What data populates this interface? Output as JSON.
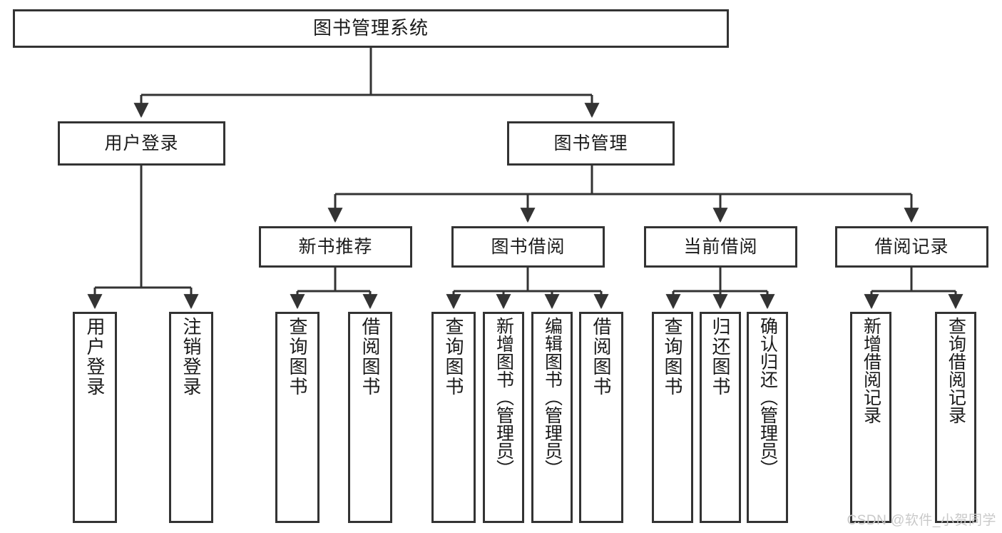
{
  "diagram": {
    "title": "图书管理系统",
    "type": "hierarchy-tree",
    "watermark": "CSDN @软件_小贺同学",
    "colors": {
      "stroke": "#333333",
      "fill": "#ffffff",
      "text": "#1a1a1a",
      "watermark": "#c9c9c9"
    },
    "nodes": {
      "root": {
        "label": "图书管理系统"
      },
      "level2": [
        {
          "id": "user-login",
          "label": "用户登录"
        },
        {
          "id": "book-manage",
          "label": "图书管理"
        }
      ],
      "level3": [
        {
          "id": "new-book-rec",
          "label": "新书推荐"
        },
        {
          "id": "book-borrow",
          "label": "图书借阅"
        },
        {
          "id": "current-borrow",
          "label": "当前借阅"
        },
        {
          "id": "borrow-record",
          "label": "借阅记录"
        }
      ],
      "leaves": {
        "user-login": [
          {
            "id": "leaf-user-login",
            "label": "用户登录"
          },
          {
            "id": "leaf-logout",
            "label": "注销登录"
          }
        ],
        "new-book-rec": [
          {
            "id": "leaf-query-book-1",
            "label": "查询图书"
          },
          {
            "id": "leaf-borrow-book-1",
            "label": "借阅图书"
          }
        ],
        "book-borrow": [
          {
            "id": "leaf-query-book-2",
            "label": "查询图书"
          },
          {
            "id": "leaf-add-book",
            "label": "新增图书（管理员）"
          },
          {
            "id": "leaf-edit-book",
            "label": "编辑图书（管理员）"
          },
          {
            "id": "leaf-borrow-book-2",
            "label": "借阅图书"
          }
        ],
        "current-borrow": [
          {
            "id": "leaf-query-book-3",
            "label": "查询图书"
          },
          {
            "id": "leaf-return-book",
            "label": "归还图书"
          },
          {
            "id": "leaf-confirm-return",
            "label": "确认归还（管理员）"
          }
        ],
        "borrow-record": [
          {
            "id": "leaf-add-record",
            "label": "新增借阅记录"
          },
          {
            "id": "leaf-query-record",
            "label": "查询借阅记录"
          }
        ]
      }
    }
  }
}
